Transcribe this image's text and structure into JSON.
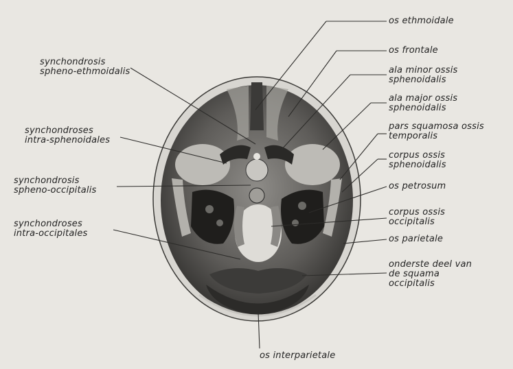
{
  "labels": {
    "os_ethmoidale": [
      "os ethmoidale"
    ],
    "os_frontale": [
      "os frontale"
    ],
    "ala_minor": [
      "ala minor ossis",
      "sphenoidalis"
    ],
    "ala_major": [
      "ala major ossis",
      "sphenoidalis"
    ],
    "pars_squamosa": [
      "pars squamosa ossis",
      "temporalis"
    ],
    "corpus_sphenoidalis": [
      "corpus ossis",
      "sphenoidalis"
    ],
    "os_petrosum": [
      "os petrosum"
    ],
    "corpus_occipitalis": [
      "corpus ossis",
      "occipitalis"
    ],
    "os_parietale": [
      "os parietale"
    ],
    "onderste_deel": [
      "onderste deel van",
      "de squama",
      "occipitalis"
    ],
    "os_interparietale": [
      "os interparietale"
    ],
    "synch_spheno_ethmoidalis": [
      "synchondrosis",
      "spheno-ethmoidalis"
    ],
    "synch_intra_sphenoidales": [
      "synchondroses",
      "intra-sphenoidales"
    ],
    "synch_spheno_occipitalis": [
      "synchondrosis",
      "spheno-occipitalis"
    ],
    "synch_intra_occipitales": [
      "synchondroses",
      "intra-occipitales"
    ]
  }
}
